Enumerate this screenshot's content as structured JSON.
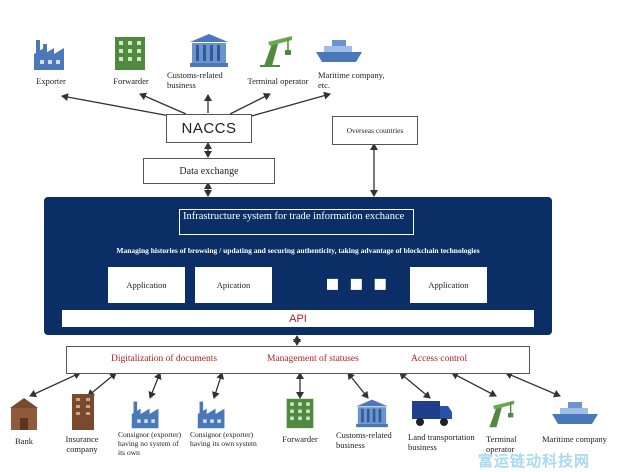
{
  "top_entities": [
    {
      "name": "Exporter",
      "icon": "factory-icon"
    },
    {
      "name": "Forwarder",
      "icon": "office-building-icon"
    },
    {
      "name": "Customs-related business",
      "icon": "government-building-icon"
    },
    {
      "name": "Terminal operator",
      "icon": "crane-icon"
    },
    {
      "name": "Maritime company, etc.",
      "icon": "ship-icon"
    }
  ],
  "naccs_label": "NACCS",
  "data_exchange_label": "Data exchange",
  "overseas_label": "Overseas countries",
  "infrastructure": {
    "title": "Infrastructure system for trade information exchance",
    "subtitle": "Managing histories of browsing / updating and securing authenticity, taking advantage of blockchain technologies",
    "applications": [
      "Application",
      "Apication",
      "Application"
    ],
    "ellipsis": "▪ ▪ ▪",
    "api_label": "API"
  },
  "bottom_functions": [
    "Digitalization of documents",
    "Management of statuses",
    "Access control"
  ],
  "bottom_entities": [
    {
      "name": "Bank",
      "icon": "bank-icon"
    },
    {
      "name": "Insurance company",
      "icon": "insurance-building-icon"
    },
    {
      "name": "Consignor (exporter) having no system of its own",
      "icon": "factory-icon"
    },
    {
      "name": "Consignor (exporter) having its own system",
      "icon": "factory-icon"
    },
    {
      "name": "Forwarder",
      "icon": "office-building-icon"
    },
    {
      "name": "Customs-related business",
      "icon": "government-building-icon"
    },
    {
      "name": "Land transportation business",
      "icon": "truck-icon"
    },
    {
      "name": "Terminal operator",
      "icon": "crane-icon"
    },
    {
      "name": "Maritime company",
      "icon": "ship-icon"
    }
  ],
  "watermark": "富运链动科技网",
  "colors": {
    "panel": "#0c2e66",
    "accent_red": "#b02020",
    "icon_blue": "#4a78b8",
    "icon_green": "#4f8a3e",
    "icon_brown": "#7a4a2e"
  }
}
